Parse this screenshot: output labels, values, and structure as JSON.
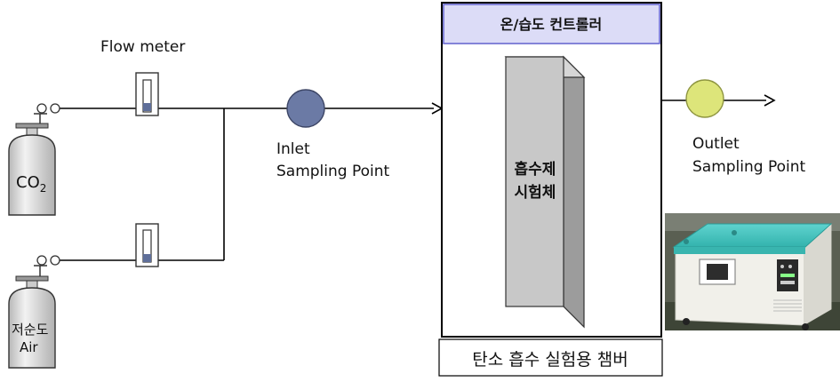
{
  "labels": {
    "flow_meter": "Flow meter",
    "inlet_line1": "Inlet",
    "inlet_line2": "Sampling  Point",
    "outlet_line1": "Outlet",
    "outlet_line2": "Sampling  Point",
    "controller": "온/습도 컨트롤러",
    "specimen_line1": "흡수제",
    "specimen_line2": "시험체",
    "chamber_caption": "탄소 흡수 실험용 챔버",
    "co2_main": "CO",
    "co2_sub": "2",
    "air_line1": "저순도",
    "air_line2": "Air"
  },
  "colors": {
    "controller_bg": "#dcdcf7",
    "controller_border": "#6a6ad0",
    "inlet_point": "#6b7aa5",
    "outlet_point": "#dde57a",
    "specimen_front": "#c8c8c8",
    "specimen_side": "#9c9c9c",
    "cylinder": "#d8d8d8",
    "line": "#000000"
  },
  "icons": {
    "photo": "chamber-photo",
    "flow_meter": "flow-meter-icon",
    "gas_cylinder": "gas-cylinder-icon"
  }
}
